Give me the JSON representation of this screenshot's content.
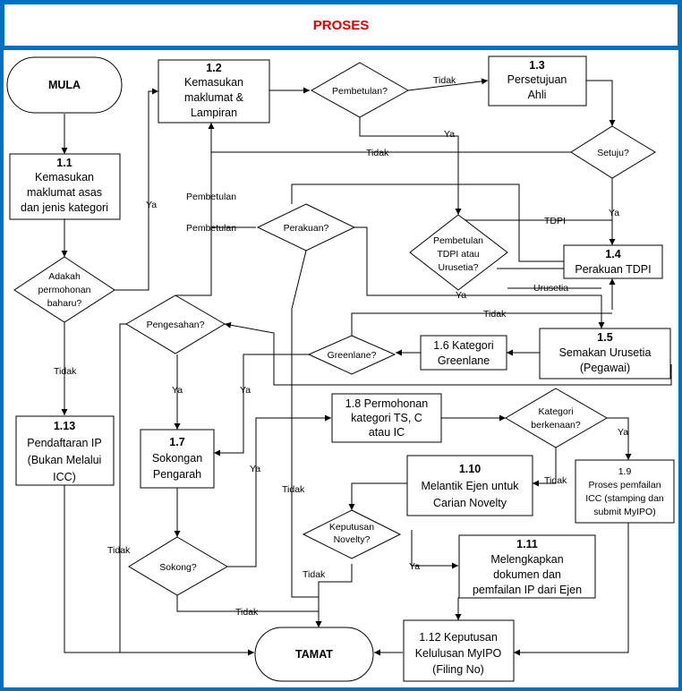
{
  "title": "PROSES",
  "colors": {
    "border": "#0070c0",
    "title": "#e00000",
    "stroke": "#000000"
  },
  "nodes": {
    "mula": "MULA",
    "n11": {
      "num": "1.1",
      "lines": [
        "Kemasukan",
        "maklumat asas",
        "dan jenis kategori"
      ]
    },
    "adakah": {
      "lines": [
        "Adakah",
        "permohonan",
        "baharu?"
      ]
    },
    "n113": {
      "num": "1.13",
      "lines": [
        "Pendaftaran IP",
        "(Bukan Melalui",
        "ICC)"
      ]
    },
    "n12": {
      "num": "1.2",
      "lines": [
        "Kemasukan",
        "maklumat &",
        "Lampiran"
      ]
    },
    "pembetulan_q": "Pembetulan?",
    "n13": {
      "num": "1.3",
      "lines": [
        "Persetujuan",
        "Ahli"
      ]
    },
    "setuju": "Setuju?",
    "perakuan_q": "Perakuan?",
    "tdpi_q": {
      "lines": [
        "Pembetulan",
        "TDPI atau",
        "Urusetia?"
      ]
    },
    "n14": {
      "num": "1.4",
      "lines": [
        "Perakuan TDPI"
      ]
    },
    "pengesahan": "Pengesahan?",
    "greenlane_q": "Greenlane?",
    "n16": {
      "lines": [
        "1.6 Kategori",
        "Greenlane"
      ]
    },
    "n15": {
      "num": "1.5",
      "lines": [
        "Semakan Urusetia",
        "(Pegawai)"
      ]
    },
    "n17": {
      "num": "1.7",
      "lines": [
        "Sokongan",
        "Pengarah"
      ]
    },
    "n18": {
      "lines": [
        "1.8 Permohonan",
        "kategori TS, C",
        "atau IC"
      ]
    },
    "kategori_q": {
      "lines": [
        "Kategori",
        "berkenaan?"
      ]
    },
    "n110": {
      "num": "1.10",
      "lines": [
        "Melantik Ejen untuk",
        "Carian Novelty"
      ]
    },
    "n19": {
      "num": "1.9",
      "lines": [
        "Proses pemfailan",
        "ICC (stamping dan",
        "submit MyIPO)"
      ]
    },
    "keputusan_q": {
      "lines": [
        "Keputusan",
        "Novelty?"
      ]
    },
    "n111": {
      "num": "1.11",
      "lines": [
        "Melengkapkan",
        "dokumen dan",
        "pemfailan IP dari Ejen"
      ]
    },
    "sokong_q": "Sokong?",
    "n112": {
      "lines": [
        "1.12 Keputusan",
        "Kelulusan MyIPO",
        "(Filing No)"
      ]
    },
    "tamat": "TAMAT"
  },
  "edge_labels": {
    "ya": "Ya",
    "tidak": "Tidak",
    "pembetulan": "Pembetulan",
    "tdpi": "TDPI",
    "urusetia": "Urusetia"
  }
}
